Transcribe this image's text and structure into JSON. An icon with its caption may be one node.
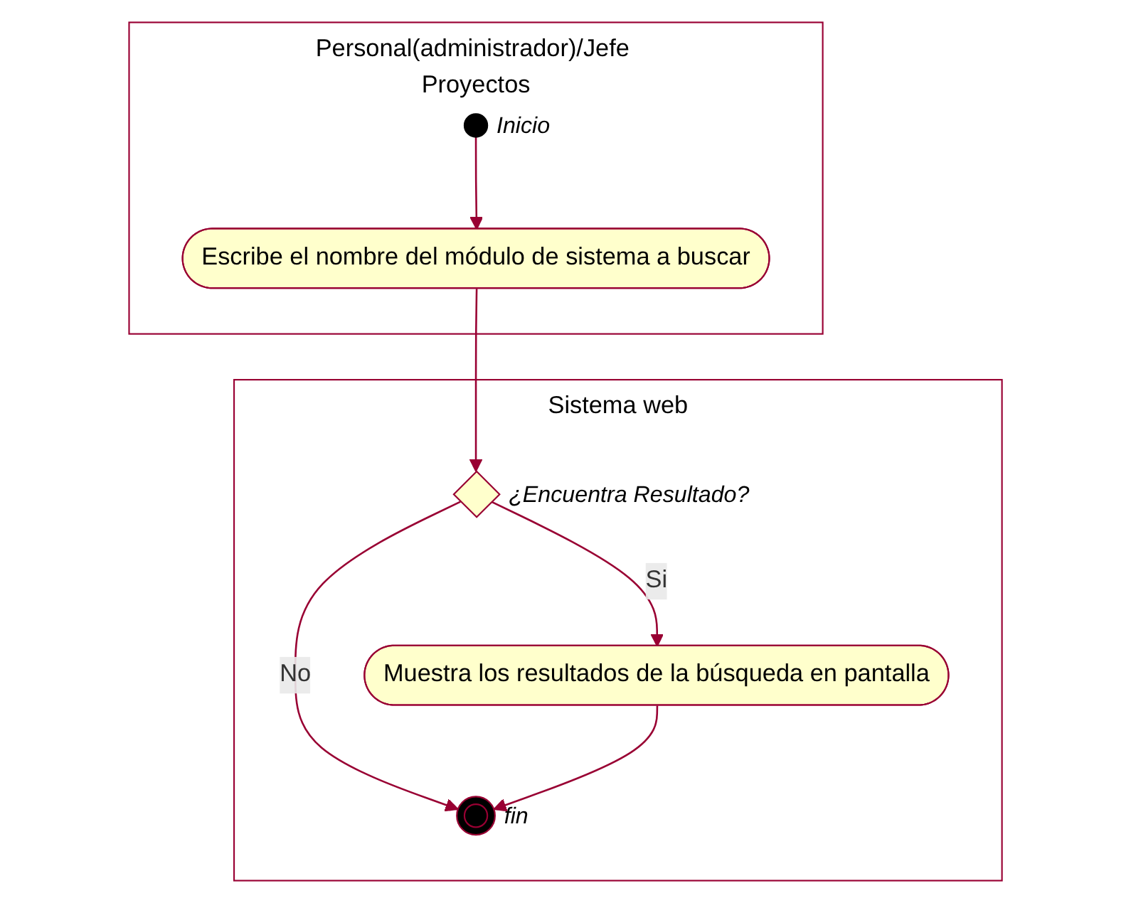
{
  "diagram": {
    "nodes": [
      {
        "text": [
          "Personal(administrador)/Jefe Proyectos"
        ]
      },
      {
        "text": [
          "Sistema web"
        ]
      },
      {
        "text": [],
        "shape": "circle",
        "in": 0,
        "beside": [
          "Inicio"
        ]
      },
      {
        "text": [
          "Escribe el nombre del módulo de sistema a buscar"
        ],
        "in": 0
      },
      {
        "text": [],
        "shape": "diamond",
        "in": 1,
        "beside": [
          "¿Encuentra Resultado?"
        ]
      },
      {
        "text": [],
        "shape": "circle",
        "in": 1,
        "beside": [
          "fin"
        ]
      },
      {
        "text": [
          "Muestra los resultados de la búsqueda en pantalla"
        ],
        "in": 1
      }
    ],
    "edges": [
      {
        "from": 2,
        "to": 3,
        "arrow": "to"
      },
      {
        "from": 3,
        "to": 4,
        "arrow": "to"
      },
      {
        "from": 4,
        "to": 5,
        "arrow": "to",
        "label": "No"
      },
      {
        "from": 4,
        "to": 6,
        "arrow": "to",
        "label": "Si"
      },
      {
        "from": 6,
        "to": 5,
        "arrow": "to"
      }
    ]
  }
}
